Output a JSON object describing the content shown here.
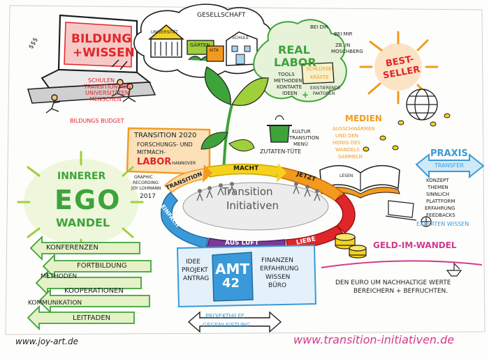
{
  "colors": {
    "ink": "#1d1d1d",
    "red": "#e0262a",
    "orange": "#f39a1e",
    "yellow": "#f4d21d",
    "green": "#3da33a",
    "light_green": "#9fcf3a",
    "blue": "#3a9ad9",
    "light_blue": "#a8d4f0",
    "purple": "#7b3a96",
    "pink": "#d23a8c",
    "grey": "#8a8a8a"
  },
  "bildung": {
    "title_line1": "BILDUNG",
    "title_line2": "+WISSEN",
    "lines": [
      "SCHULEN",
      "TRANSITION-INIS",
      "UNIVERSITÄTEN",
      "MENSCHEN"
    ],
    "budget": "BILDUNGS BUDGET",
    "dollar": "$$$"
  },
  "gesellschaft": {
    "label": "GESELLSCHAFT",
    "buildings": [
      "UNIVERSITÄT",
      "GÄRTEN",
      "KITA",
      "SCHULE"
    ]
  },
  "reallabor": {
    "title_line1": "REAL",
    "title_line2": "LABOR",
    "tools": [
      "TOOLS",
      "METHODEN",
      "KONTAKTE",
      "IDEEN"
    ],
    "notes": [
      "BEI DIR",
      "BEI MIR",
      "ZB. IN",
      "MOSCHBERG"
    ],
    "board_line1": "SCHLÜSSEL",
    "board_line2": "KRÄFTE",
    "existing_line1": "EXISTIERENDE",
    "existing_line2": "FAKTOREN",
    "plus": "+"
  },
  "bestseller": {
    "line1": "BEST-",
    "line2": "SELLER"
  },
  "transition2020": {
    "line1": "TRANSITION 2020",
    "line2": "FORSCHUNGS- UND",
    "line3": "MITMACH-",
    "line4": "LABOR",
    "line5": "HANNOVER"
  },
  "kultur": {
    "lines": [
      "KULTUR",
      "TRANSITION",
      "MENÜ"
    ],
    "tag": "ZUTATEN-TÜTE"
  },
  "medien": {
    "title": "MEDIEN",
    "lines": [
      "AUSSCHWÄRMEN",
      "UND DEN",
      "HONIG DES",
      "WANDELS",
      "SAMMELN"
    ],
    "book": "LESEN"
  },
  "praxis": {
    "title": "PRAXIS",
    "subtitle": "TRANSFER",
    "lines": [
      "KONZEPT",
      "THEMEN",
      "SINNLICH",
      "PLATTFORM",
      "ERFAHRUNG",
      "FEEDBACKS"
    ],
    "expert": "EXPERTEN WISSEN"
  },
  "cycle": {
    "center_line1": "Transition",
    "center_line2": "Initiativen",
    "segments": [
      "TRANSITION",
      "MACHT",
      "JETZT",
      "LIEBE",
      "AUS LUFT",
      "EINFACH"
    ]
  },
  "credit": {
    "lines": [
      "GRAPHIC",
      "RECORDING:",
      "JOY LOHMANN",
      "2017"
    ]
  },
  "ego": {
    "line1": "INNERER",
    "line2": "EGO",
    "line3": "WANDEL"
  },
  "arrows": [
    "KONFERENZEN",
    "FORTBILDUNG",
    "METHODEN",
    "KOOPERATIONEN",
    "KOMMUNIKATION",
    "LEITFADEN"
  ],
  "amt": {
    "left": [
      "IDEE",
      "PROJEKT",
      "ANTRAG"
    ],
    "right": [
      "FINANZEN",
      "ERFAHRUNG",
      "WISSEN",
      "BÜRO"
    ],
    "logo_line1": "AMT",
    "logo_line2": "42",
    "help_line1": "PROJEKTHILFE",
    "help_line2": "GEGENLEISTUNG"
  },
  "geld": {
    "title": "GELD-IM-WANDEL",
    "line1": "DEN EURO UM NACHHALTIGE WERTE",
    "line2": "BEREICHERN + BEFRUCHTEN."
  },
  "footer": {
    "left": "www.joy-art.de",
    "right": "www.transition-initiativen.de"
  }
}
